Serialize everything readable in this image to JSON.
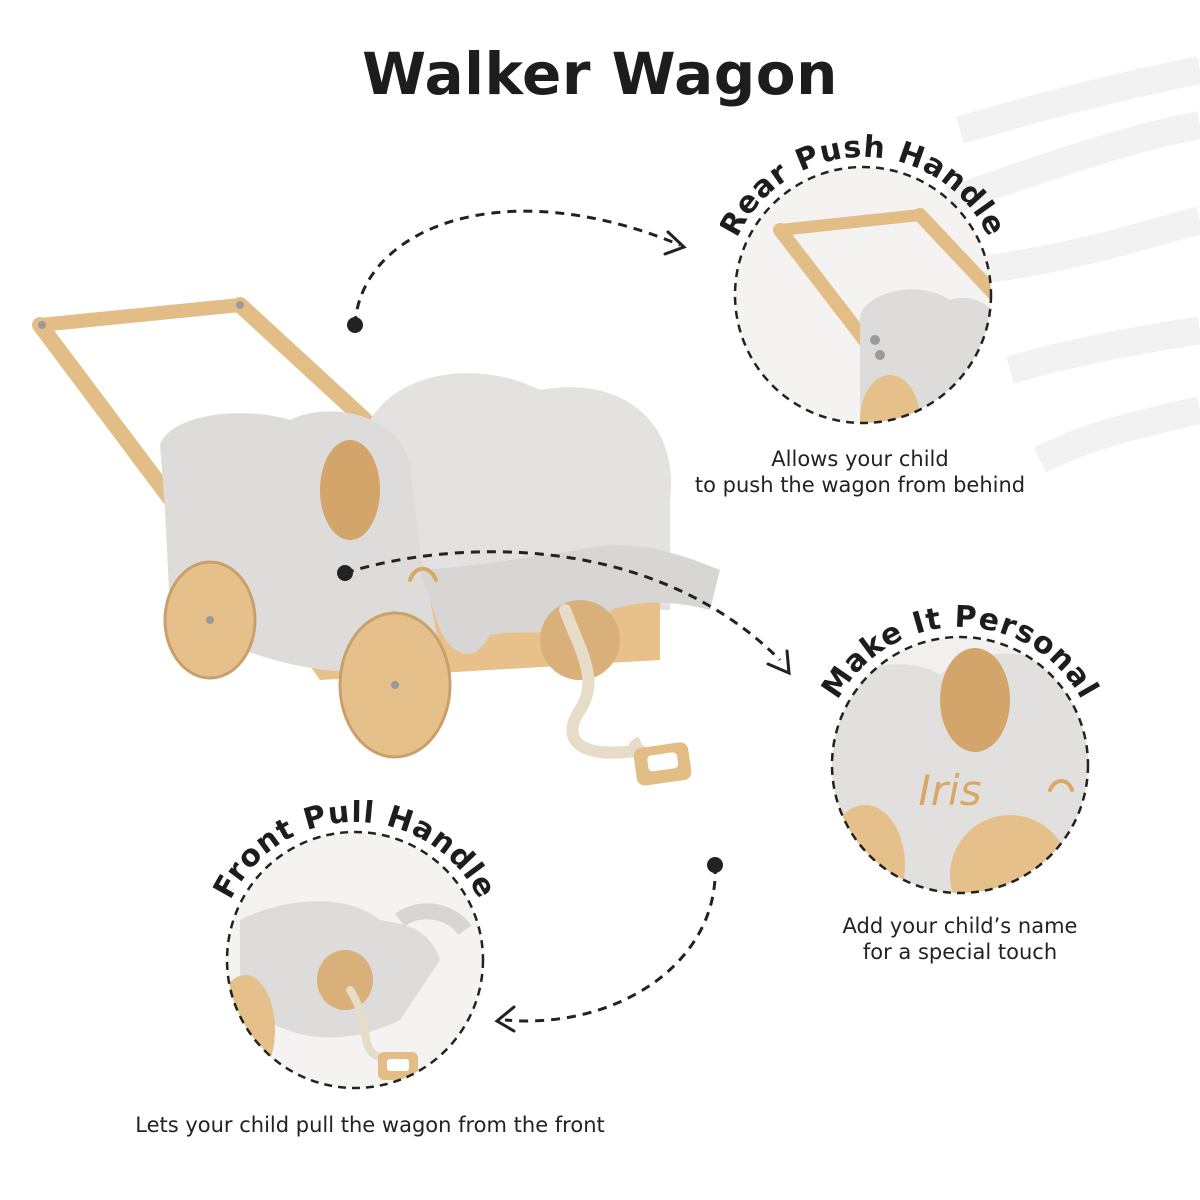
{
  "title": "Walker Wagon",
  "features": {
    "rear": {
      "label": "Rear Push Handle",
      "description_line1": "Allows your child",
      "description_line2": "to push the wagon from behind"
    },
    "personal": {
      "label": "Make It Personal",
      "engraved_name": "Iris",
      "description_line1": "Add your child’s name",
      "description_line2": "for a special touch"
    },
    "front": {
      "label": "Front Pull Handle",
      "description": "Lets your child pull the wagon from the front"
    }
  },
  "colors": {
    "text": "#1d1d1d",
    "wagon_gray": "#dedcda",
    "wood": "#e3bd86",
    "rope": "#e6dcc8",
    "background_lines": "#f2f2f2"
  }
}
